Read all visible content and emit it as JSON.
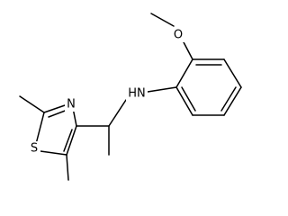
{
  "molecule": {
    "atoms": {
      "oxygen": "O",
      "amine": "HN",
      "nitrogen": "N",
      "sulfur": "S"
    }
  }
}
